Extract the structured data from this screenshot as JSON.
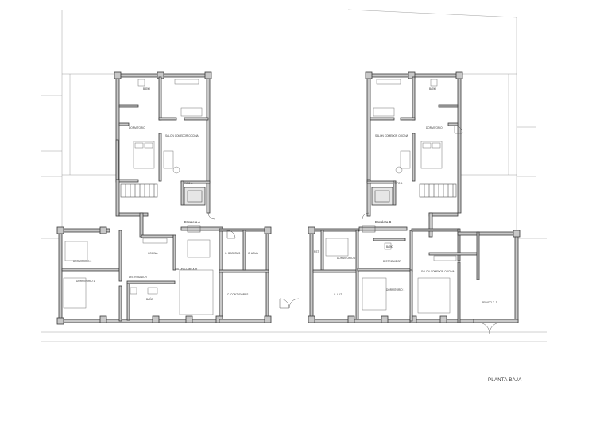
{
  "sheet": {
    "title": "PLANTA BAJA"
  },
  "blocks": [
    {
      "stair_label": "Escalera A",
      "upper_rooms": [
        "BAÑO",
        "DORMITORIO",
        "SALON COMEDOR COCINA",
        "TIPO A"
      ],
      "lower_rooms": [
        "DORMITORIO 2",
        "DORMITORIO 1",
        "DISTRIBUIDOR",
        "BAÑO",
        "COCINA",
        "SALON COMEDOR",
        "C. BASURAS",
        "C. AGUA",
        "C. CONTADORES"
      ]
    },
    {
      "stair_label": "Escalera B",
      "upper_rooms": [
        "BAÑO",
        "DORMITORIO",
        "SALON COMEDOR COCINA",
        "TIPO A"
      ],
      "lower_rooms": [
        "BAÑO",
        "DORMITORIO 2",
        "DISTRIBUIDOR",
        "DORMITORIO 1",
        "SALON COMEDOR COCINA",
        "RST",
        "C. LUZ",
        "PELADO C. T."
      ]
    }
  ]
}
